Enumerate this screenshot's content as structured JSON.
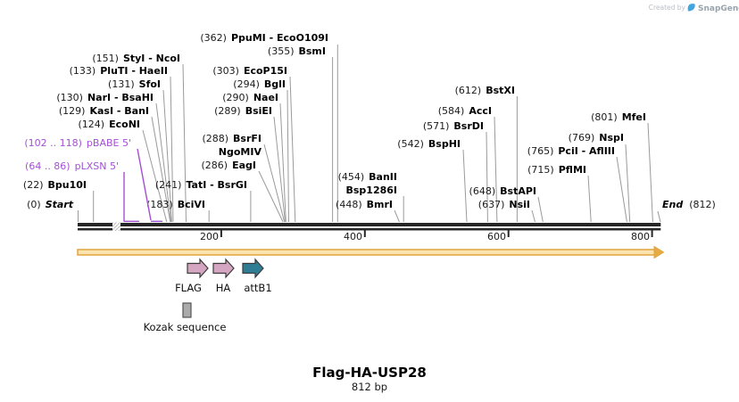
{
  "watermark": {
    "created_by": "Created by",
    "brand": "SnapGene"
  },
  "map": {
    "title": "Flag-HA-USP28",
    "subtitle": "812 bp",
    "start": {
      "pos_label": "(0)",
      "name": "Start"
    },
    "end": {
      "name": "End",
      "pos_label": "(812)"
    },
    "ruler": [
      "200",
      "400",
      "600",
      "800"
    ],
    "sites": [
      {
        "pos_label": "(362)",
        "name": "PpuMI - EcoO109I"
      },
      {
        "pos_label": "(355)",
        "name": "BsmI"
      },
      {
        "pos_label": "(151)",
        "name": "StyI - NcoI"
      },
      {
        "pos_label": "(133)",
        "name": "PluTI - HaeII"
      },
      {
        "pos_label": "(303)",
        "name": "EcoP15I"
      },
      {
        "pos_label": "(131)",
        "name": "SfoI"
      },
      {
        "pos_label": "(294)",
        "name": "BglI"
      },
      {
        "pos_label": "(130)",
        "name": "NarI - BsaHI"
      },
      {
        "pos_label": "(290)",
        "name": "NaeI"
      },
      {
        "pos_label": "(129)",
        "name": "KasI - BanI"
      },
      {
        "pos_label": "(289)",
        "name": "BsiEI"
      },
      {
        "pos_label": "(124)",
        "name": "EcoNI"
      },
      {
        "pos_label": "(288)",
        "name": "BsrFI",
        "name2": "NgoMIV"
      },
      {
        "pos_label": "(286)",
        "name": "EagI"
      },
      {
        "pos_label": "(612)",
        "name": "BstXI"
      },
      {
        "pos_label": "(584)",
        "name": "AccI"
      },
      {
        "pos_label": "(571)",
        "name": "BsrDI"
      },
      {
        "pos_label": "(801)",
        "name": "MfeI"
      },
      {
        "pos_label": "(542)",
        "name": "BspHI"
      },
      {
        "pos_label": "(769)",
        "name": "NspI"
      },
      {
        "pos_label": "(765)",
        "name": "PciI - AflIII"
      },
      {
        "pos_label": "(715)",
        "name": "PflMI"
      },
      {
        "pos_label": "(454)",
        "name": "BanII",
        "name2": "Bsp1286I"
      },
      {
        "pos_label": "(648)",
        "name": "BstAPI"
      },
      {
        "pos_label": "(448)",
        "name": "BmrI"
      },
      {
        "pos_label": "(637)",
        "name": "NsiI"
      },
      {
        "pos_label": "(241)",
        "name": "TatI - BsrGI"
      },
      {
        "pos_label": "(183)",
        "name": "BciVI"
      },
      {
        "pos_label": "(22)",
        "name": "Bpu10I"
      }
    ],
    "primers": [
      {
        "range_label": "(102 .. 118)",
        "name": "pBABE 5'"
      },
      {
        "range_label": "(64 .. 86)",
        "name": "pLXSN 5'"
      }
    ],
    "features": [
      {
        "label": "FLAG",
        "color": "#d5a6c1"
      },
      {
        "label": "HA",
        "color": "#d5a6c1"
      },
      {
        "label": "attB1",
        "color": "#2e7d95"
      },
      {
        "label": "Kozak sequence",
        "color": "#ababab"
      }
    ],
    "construct_arrow_color": "#dfa43f",
    "primer_color": "#a44fd6"
  }
}
